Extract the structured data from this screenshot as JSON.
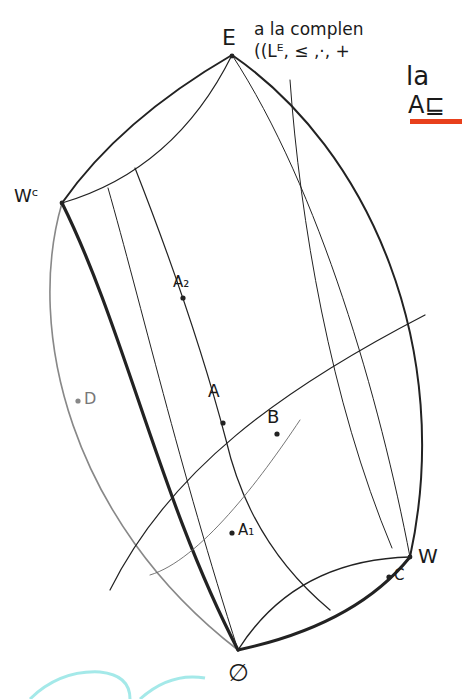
{
  "diagram": {
    "labels": [
      "E",
      "a la complen",
      "((Lᴱ, ≤ ,·, +",
      "Wᶜ",
      "la",
      "A⊑",
      "A₂",
      "A",
      "B",
      "D",
      "A₁",
      "C",
      "W",
      "∅"
    ]
  }
}
